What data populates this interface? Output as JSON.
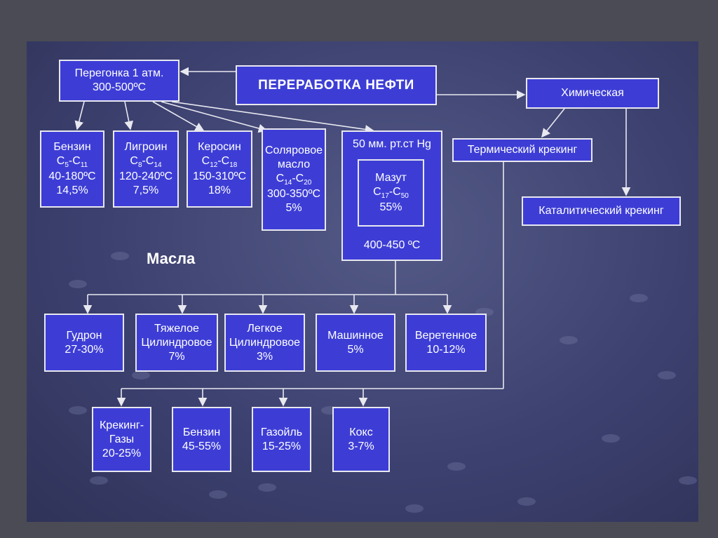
{
  "title": "ПЕРЕРАБОТКА НЕФТИ",
  "distill": {
    "line1": "Перегонка 1 атм.",
    "line2": "300-500ºC"
  },
  "chemical": "Химическая",
  "thermal": "Термический крекинг",
  "catalytic": "Каталитический крекинг",
  "fractions": {
    "benzin": {
      "name": "Бензин",
      "c1": "C",
      "s1": "5",
      "c2": "-C",
      "s2": "11",
      "temp": "40-180ºC",
      "pct": "14,5%"
    },
    "ligroin": {
      "name": "Лигроин",
      "c1": "C",
      "s1": "8",
      "c2": "-C",
      "s2": "14",
      "temp": "120-240ºC",
      "pct": "7,5%"
    },
    "kerosin": {
      "name": "Керосин",
      "c1": "C",
      "s1": "12",
      "c2": "-C",
      "s2": "18",
      "temp": "150-310ºC",
      "pct": "18%"
    },
    "solar": {
      "name1": "Соляровое",
      "name2": "масло",
      "c1": "C",
      "s1": "14",
      "c2": "-C",
      "s2": "20",
      "temp": "300-350ºC",
      "pct": "5%"
    }
  },
  "vacuum": {
    "header": "50 мм. рт.ст Hg",
    "temp": "400-450 ºC"
  },
  "mazut": {
    "name": "Мазут",
    "c1": "C",
    "s1": "17",
    "c2": "-C",
    "s2": "50",
    "pct": "55%"
  },
  "oils_label": "Масла",
  "oils": {
    "gudron": {
      "l1": "Гудрон",
      "l2": "27-30%"
    },
    "heavy": {
      "l1": "Тяжелое",
      "l2": "Цилиндровое",
      "l3": "7%"
    },
    "light": {
      "l1": "Легкое",
      "l2": "Цилиндровое",
      "l3": "3%"
    },
    "machine": {
      "l1": "Машинное",
      "l2": "5%"
    },
    "spindle": {
      "l1": "Веретенное",
      "l2": "10-12%"
    }
  },
  "cracking_products": {
    "gases": {
      "l1": "Крекинг-",
      "l2": "Газы",
      "l3": "20-25%"
    },
    "benzin": {
      "l1": "Бензин",
      "l2": "45-55%"
    },
    "gasoil": {
      "l1": "Газойль",
      "l2": "15-25%"
    },
    "coke": {
      "l1": "Кокс",
      "l2": "3-7%"
    }
  },
  "colors": {
    "box_fill": "#3d3dd6",
    "box_border": "#e8e8f0",
    "line": "#e8e8f0",
    "background": "#3d4170"
  }
}
